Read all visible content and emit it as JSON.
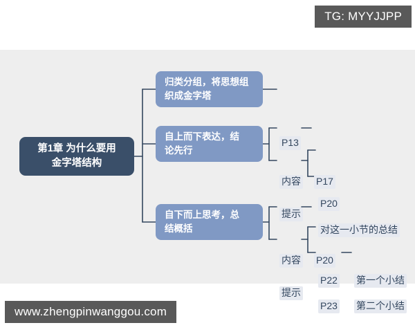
{
  "watermarks": {
    "top": "TG: MYYJJPP",
    "bottom": "www.zhengpinwanggou.com"
  },
  "colors": {
    "canvas_bg": "#eeeeee",
    "page_bg": "#ffffff",
    "root_node": "#3a4f69",
    "branch_node": "#8099c4",
    "connector": "#33465e",
    "leaf_text": "#33465e",
    "watermark_bg": "#595959"
  },
  "mindmap": {
    "root": {
      "line1": "第1章  为什么要用",
      "line2": "金字塔结构"
    },
    "branches": [
      {
        "line1": "归类分组，将思想组",
        "line2": "织成金字塔",
        "leaves": [
          {
            "label": "P13"
          }
        ]
      },
      {
        "line1": "自上而下表达，结",
        "line2": "论先行",
        "groups": [
          {
            "label": "内容",
            "dash": "—",
            "items": [
              {
                "label": "P17"
              }
            ]
          },
          {
            "label": "提示",
            "items": [
              {
                "label": "P20"
              },
              {
                "label": "对这一小节的总结"
              }
            ]
          }
        ]
      },
      {
        "line1": "自下而上思考，总",
        "line2": "结概括",
        "groups": [
          {
            "label": "内容",
            "dash": "—",
            "items": [
              {
                "label": "P20"
              }
            ]
          },
          {
            "label": "提示",
            "items": [
              {
                "label": "P22",
                "dash": "—",
                "detail": "第一个小结"
              },
              {
                "label": "P23",
                "dash": "—",
                "detail": "第二个小结"
              }
            ]
          }
        ]
      }
    ]
  }
}
